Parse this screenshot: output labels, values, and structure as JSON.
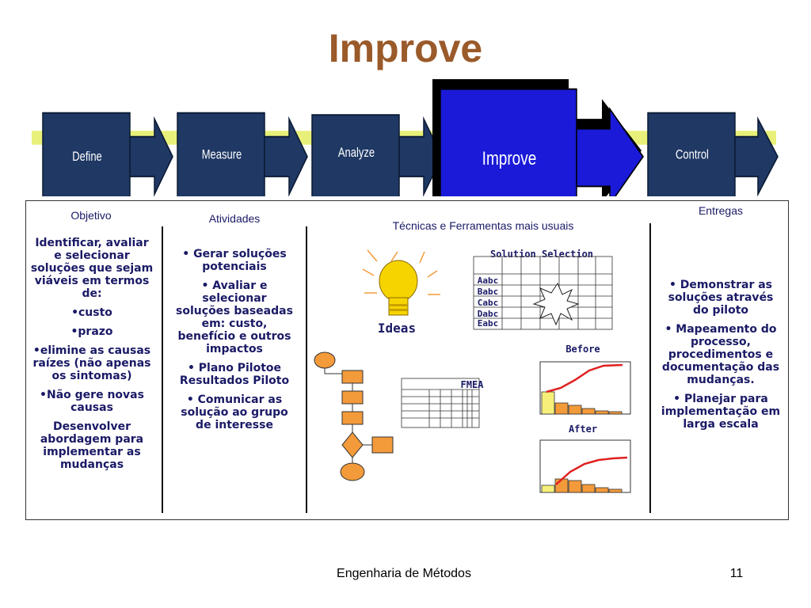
{
  "title": "Improve",
  "phases": [
    "Define",
    "Measure",
    "Analyze",
    "Improve",
    "Control"
  ],
  "columns": {
    "objetivo": {
      "heading": "Objetivo",
      "items": [
        "Identificar, avaliar e selecionar soluções que sejam viáveis em termos de:",
        "•custo",
        "•prazo",
        "•elimine as causas raízes (não apenas os sintomas)",
        "•Não gere novas causas",
        "Desenvolver abordagem para implementar as mudanças"
      ]
    },
    "atividades": {
      "heading": "Atividades",
      "items": [
        "• Gerar soluções potenciais",
        "• Avaliar e selecionar soluções baseadas em: custo, benefício e outros impactos",
        "• Plano Pilotoe Resultados Piloto",
        "• Comunicar as solução ao grupo de interesse"
      ]
    },
    "tecnicas": {
      "heading": "Técnicas e Ferramentas mais usuais",
      "ideas_label": "Ideas",
      "solution_selection": {
        "title": "Solution Selection",
        "rows": [
          "Aabc",
          "Babc",
          "Cabc",
          "Dabc",
          "Eabc"
        ]
      },
      "fmea_label": "FMEA",
      "before_label": "Before",
      "after_label": "After"
    },
    "entregas": {
      "heading": "Entregas",
      "items": [
        "• Demonstrar as soluções através do piloto",
        "• Mapeamento do processo, procedimentos e documentação das mudanças.",
        "• Planejar para implementação em larga escala"
      ]
    }
  },
  "footer": {
    "course": "Engenharia de Métodos",
    "page": "11"
  },
  "colors": {
    "title": "#9a5a2a",
    "phase_box": "#1f3864",
    "improve_box": "#1a1ad8",
    "arrow_highlight": "#e8f07a",
    "body_text": "#1a1a66",
    "bulb": "#f6d400",
    "flow_box": "#f39a3a",
    "pareto_curve": "#e02020"
  }
}
